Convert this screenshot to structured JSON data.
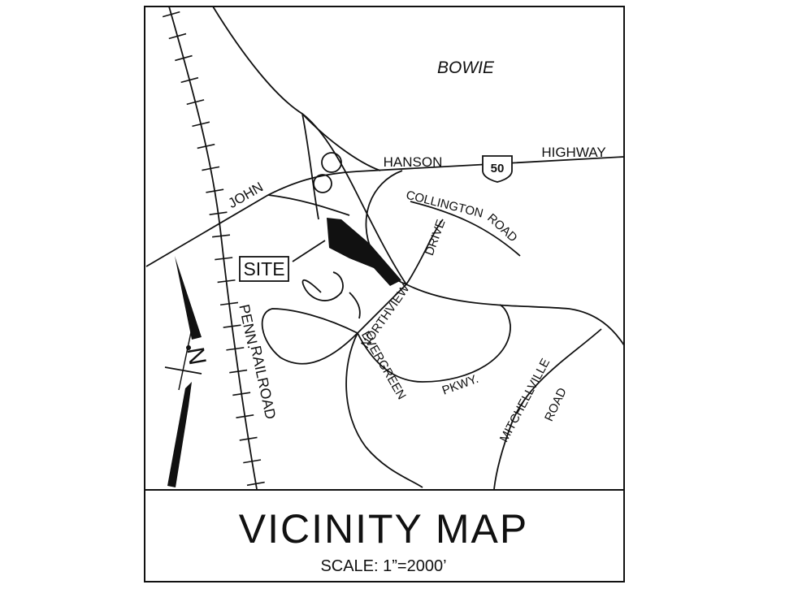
{
  "map": {
    "place_name": "BOWIE",
    "site_label": "SITE",
    "route_shield": "50",
    "roads": {
      "hanson": "HANSON",
      "highway": "HIGHWAY",
      "john": "JOHN",
      "collington": "COLLINGTON",
      "collington_road": "ROAD",
      "drive": "DRIVE",
      "northview": "NORTHVIEW",
      "evergreen": "EVERGREEN",
      "pkwy": "PKWY.",
      "mitchellville": "MITCHELLVILLE",
      "mitchellville_road": "ROAD",
      "penn": "PENN.",
      "railroad": "RAILROAD"
    },
    "north_label": "N"
  },
  "title_block": {
    "title": "VICINITY MAP",
    "scale": "SCALE:  1”=2000’"
  },
  "colors": {
    "ink": "#111111",
    "paper": "#ffffff"
  }
}
